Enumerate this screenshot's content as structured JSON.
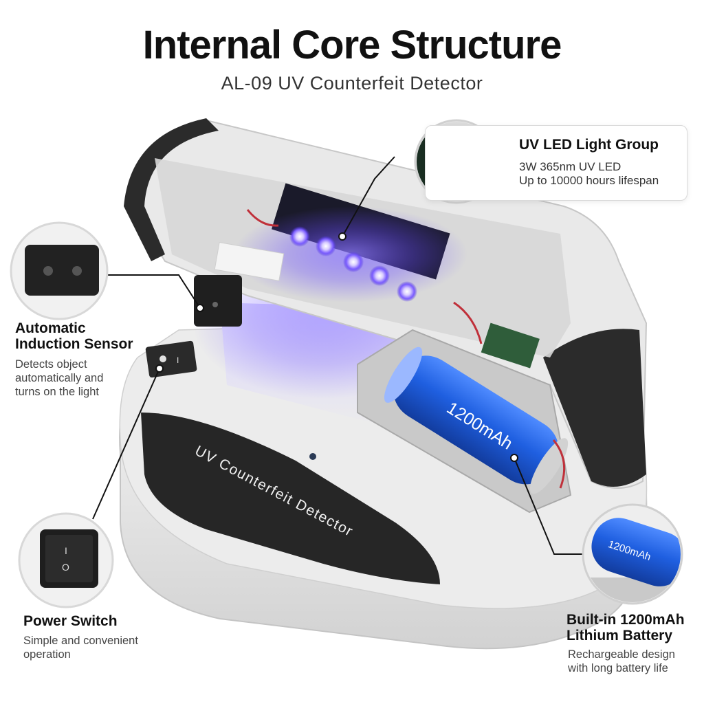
{
  "header": {
    "title": "Internal Core Structure",
    "subtitle": "AL-09 UV Counterfeit Detector"
  },
  "device": {
    "panel_label": "UV Counterfeit Detector",
    "battery_label": "1200mAh",
    "switch_marks": [
      "I",
      "O"
    ]
  },
  "callouts": {
    "uv_led": {
      "title": "UV LED Light Group",
      "lines": [
        "3W 365nm UV LED",
        "Up to 10000 hours lifespan"
      ],
      "icon": "uv-led-strip"
    },
    "sensor": {
      "title_lines": [
        "Automatic",
        "Induction Sensor"
      ],
      "lines": [
        "Detects object",
        "automatically and",
        "turns on the light"
      ],
      "icon": "induction-sensor"
    },
    "power": {
      "title": "Power Switch",
      "lines": [
        "Simple and convenient",
        "operation"
      ],
      "icon": "rocker-switch"
    },
    "battery": {
      "title_lines": [
        "Built-in 1200mAh",
        "Lithium Battery"
      ],
      "lines": [
        "Rechargeable design",
        "with long battery life"
      ],
      "inset_label": "1200mAh",
      "icon": "battery-cell"
    }
  },
  "colors": {
    "uv_glow": "#6a4dff",
    "battery_blue": "#1f5fe0",
    "housing_grey": "#e6e6e6",
    "housing_dark": "#2b2b2b"
  }
}
